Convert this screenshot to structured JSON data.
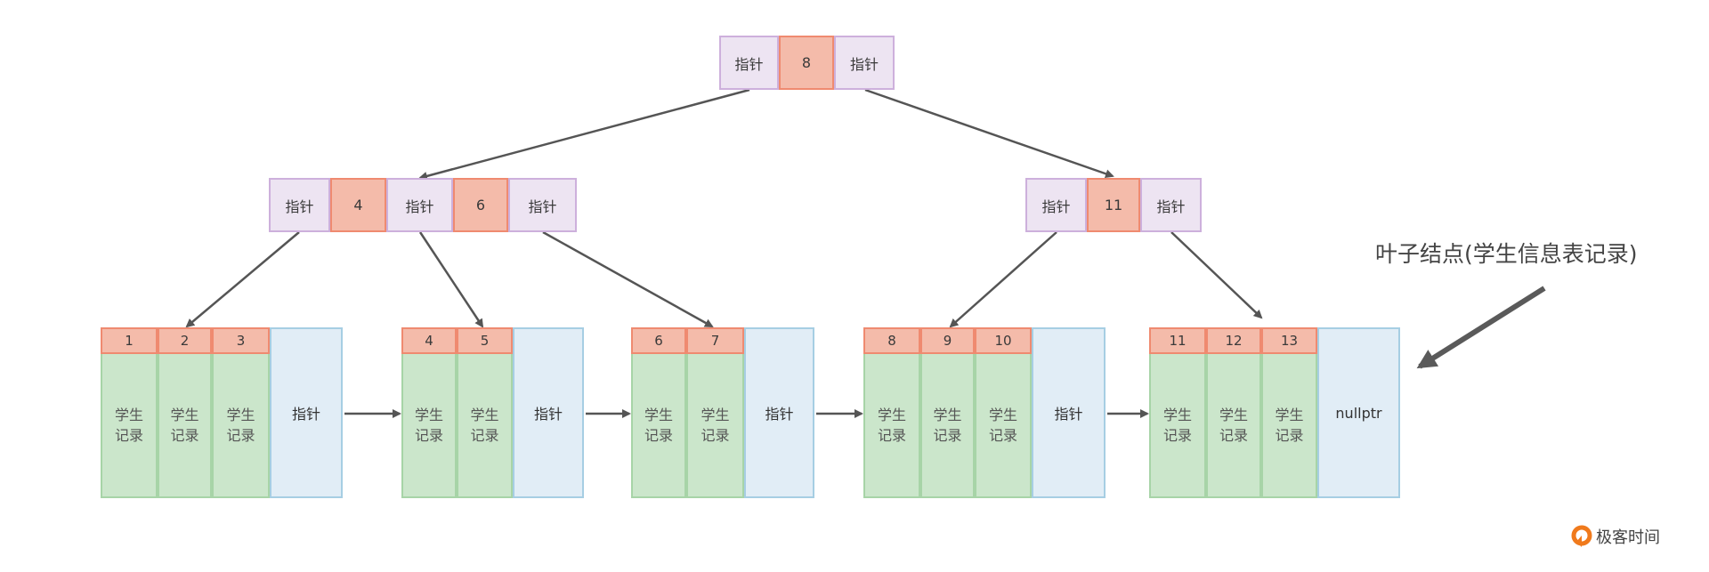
{
  "diagram": {
    "type": "B+ tree",
    "root": {
      "cells": [
        {
          "kind": "pointer",
          "label": "指针"
        },
        {
          "kind": "key",
          "label": "8"
        },
        {
          "kind": "pointer",
          "label": "指针"
        }
      ]
    },
    "internal_nodes": [
      {
        "cells": [
          {
            "kind": "pointer",
            "label": "指针"
          },
          {
            "kind": "key",
            "label": "4"
          },
          {
            "kind": "pointer",
            "label": "指针"
          },
          {
            "kind": "key",
            "label": "6"
          },
          {
            "kind": "pointer",
            "label": "指针"
          }
        ]
      },
      {
        "cells": [
          {
            "kind": "pointer",
            "label": "指针"
          },
          {
            "kind": "key",
            "label": "11"
          },
          {
            "kind": "pointer",
            "label": "指针"
          }
        ]
      }
    ],
    "leaves": [
      {
        "keys": [
          "1",
          "2",
          "3"
        ],
        "record_label": "学生\n记录",
        "next_label": "指针"
      },
      {
        "keys": [
          "4",
          "5"
        ],
        "record_label": "学生\n记录",
        "next_label": "指针"
      },
      {
        "keys": [
          "6",
          "7"
        ],
        "record_label": "学生\n记录",
        "next_label": "指针"
      },
      {
        "keys": [
          "8",
          "9",
          "10"
        ],
        "record_label": "学生\n记录",
        "next_label": "指针"
      },
      {
        "keys": [
          "11",
          "12",
          "13"
        ],
        "record_label": "学生\n记录",
        "next_label": "nullptr"
      }
    ],
    "annotation": "叶子结点(学生信息表记录)",
    "watermark": "极客时间",
    "colors": {
      "pointer_fill": "#ede4f2",
      "pointer_border": "#cdb0dc",
      "key_fill": "#f4bbaa",
      "key_border": "#ef8a70",
      "record_fill": "#cbe6cb",
      "record_border": "#a7d4a7",
      "leaf_pointer_fill": "#e1edf6",
      "leaf_pointer_border": "#a6cee3",
      "arrow": "#555555",
      "logo": "#f07a1c"
    }
  }
}
